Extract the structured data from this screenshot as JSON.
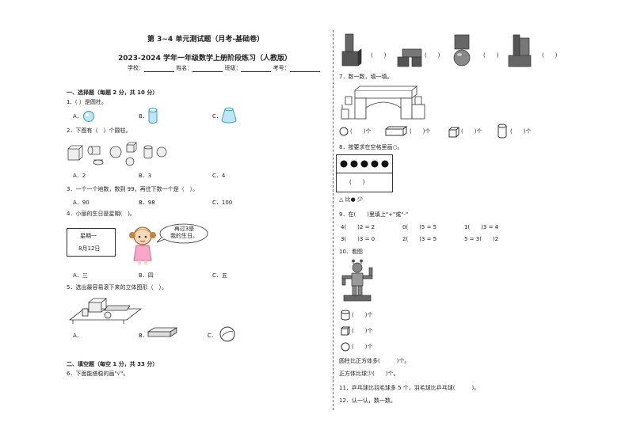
{
  "header": {
    "title": "第 3~4 单元测试题（月考-基础卷）",
    "subtitle": "2023-2024 学年一年级数学上册阶段练习（人教版）",
    "fields": {
      "school": "学校：",
      "name": "姓名：",
      "class": "班级：",
      "number": "考号："
    }
  },
  "left": {
    "sec1": "一、选择题（每题 2 分，共 10 分）",
    "q1": "1.（ ）是圆柱。",
    "q1_opts": [
      "A．",
      "B．",
      "C．"
    ],
    "q2": "2．下图有（　）个圆柱。",
    "q2_opts": [
      "A．2",
      "B．3",
      "C．4"
    ],
    "q3": "3．一个一个地数，数到 99，再往下数一个是（　）。",
    "q3_opts": [
      "A．90",
      "B．98",
      "C．100"
    ],
    "q4": "4．小丽的生日是星期(　)。",
    "q4_calendar": [
      "星期一",
      "8月12日"
    ],
    "q4_bubble": [
      "再过3是",
      "我的生日。"
    ],
    "q4_opts": [
      "A．三",
      "B．四",
      "C．五"
    ],
    "q5": "5．选出最容易滚下来的立体图形（　）。",
    "q5_opts": [
      "A．",
      "B．",
      "C．"
    ],
    "sec2": "二、填空题（每空 1 分，共 33 分）",
    "q6": "6．下面能搭稳的画\"√\"。"
  },
  "right": {
    "q6_parens": [
      "(　　)",
      "(　　)",
      "(　　)",
      "(　　)"
    ],
    "q7": "7．数一数，填一填。",
    "q7_counts": [
      "(　　)个",
      "(　　)个",
      "(　　)个",
      "(　　)个"
    ],
    "q8": "8．按要求在空格里画○。",
    "q8_paren": "(　　)",
    "q8_note": "△ 比● 少",
    "q9": "9．在(　　)里填上\"+\"或\"-\"",
    "q9_row1": [
      "4(　　)2 = 2",
      "0(　　)5 = 5",
      "1(　　)3 = 4"
    ],
    "q9_row2": [
      "3(　　)3 = 0",
      "2(　　)3 = 5",
      "5 = 3(　　)2"
    ],
    "q10": "10．看图",
    "q10_counts": [
      "(　　)个",
      "(　　)个",
      "(　　)个"
    ],
    "q10_line1": "圆柱比正方体多(　　　)个。",
    "q10_line2": "正方体比球少(　　)个。",
    "q11": "11．乒乓球比羽毛球多 5 个，羽毛球比乒乓球(　　　)。",
    "q12": "12．认一认，数一数。"
  }
}
